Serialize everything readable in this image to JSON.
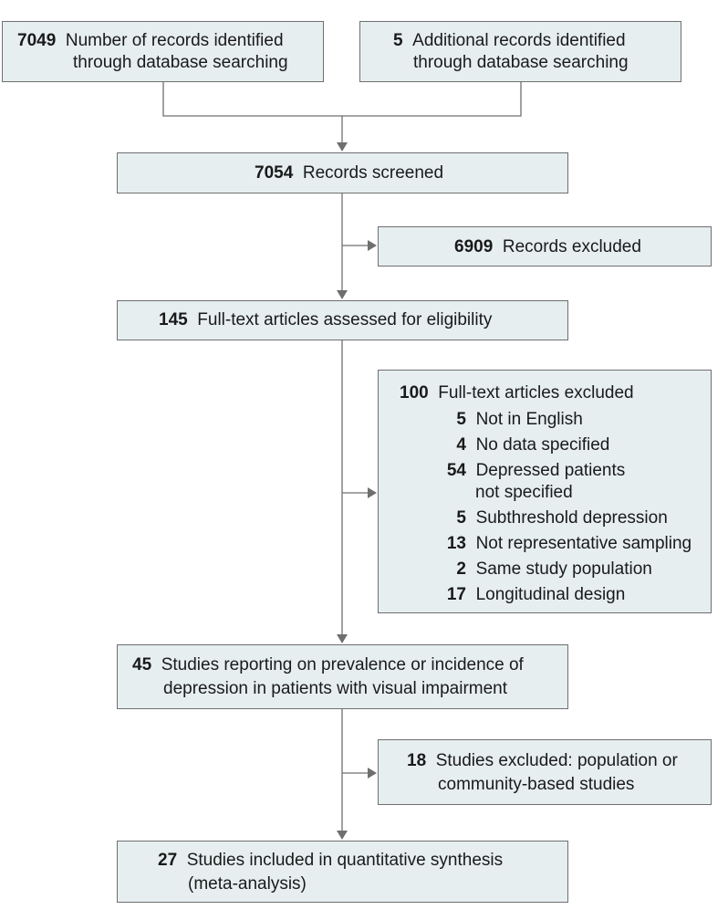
{
  "colors": {
    "box_fill": "#e6eef0",
    "box_border": "#6f6f6f",
    "connector": "#6f6f6f",
    "text": "#1a1a1a"
  },
  "identified_db": {
    "count": "7049",
    "line1": "Number of records identified",
    "line2": "through database searching"
  },
  "identified_additional": {
    "count": "5",
    "line1": "Additional records identified",
    "line2": "through database searching"
  },
  "screened": {
    "count": "7054",
    "label": "Records screened"
  },
  "excluded_records": {
    "count": "6909",
    "label": "Records excluded"
  },
  "fulltext_assessed": {
    "count": "145",
    "label": "Full-text articles assessed for eligibility"
  },
  "fulltext_excluded": {
    "count": "100",
    "label": "Full-text articles excluded",
    "reasons": [
      {
        "count": "5",
        "line1": "Not in English"
      },
      {
        "count": "4",
        "line1": "No data specified"
      },
      {
        "count": "54",
        "line1": "Depressed patients",
        "line2": "not specified"
      },
      {
        "count": "5",
        "line1": "Subthreshold depression"
      },
      {
        "count": "13",
        "line1": "Not representative sampling"
      },
      {
        "count": "2",
        "line1": "Same study population"
      },
      {
        "count": "17",
        "line1": "Longitudinal design"
      }
    ]
  },
  "studies_reporting": {
    "count": "45",
    "line1": "Studies reporting on prevalence or incidence of",
    "line2": "depression in patients with visual impairment"
  },
  "studies_excluded": {
    "count": "18",
    "line1": "Studies excluded: population or",
    "line2": "community-based studies"
  },
  "studies_included": {
    "count": "27",
    "line1": "Studies included in quantitative synthesis",
    "line2": "(meta-analysis)"
  }
}
